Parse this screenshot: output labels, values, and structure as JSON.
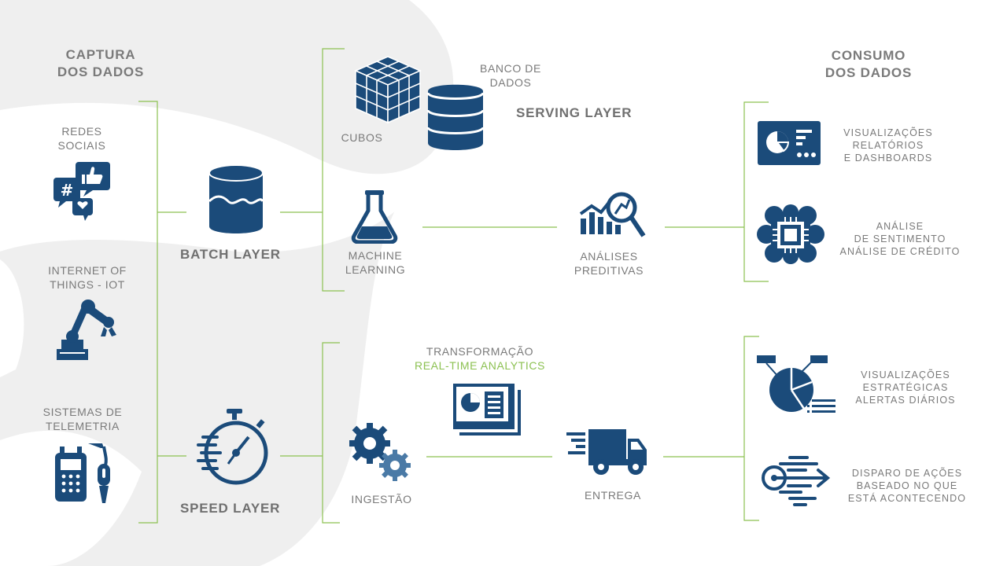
{
  "colors": {
    "icon": "#1b4b7a",
    "bracket": "#8cc152",
    "text": "#7a7a7a",
    "background_shape": "#efefef"
  },
  "headings": {
    "capture_line1": "CAPTURA",
    "capture_line2": "DOS DADOS",
    "consumption_line1": "CONSUMO",
    "consumption_line2": "DOS DADOS"
  },
  "sources": [
    {
      "line1": "REDES",
      "line2": "SOCIAIS",
      "icon": "social-media-icon"
    },
    {
      "line1": "INTERNET OF",
      "line2": "THINGS - IOT",
      "icon": "robot-arm-icon"
    },
    {
      "line1": "SISTEMAS DE",
      "line2": "TELEMETRIA",
      "icon": "telemetry-device-icon"
    }
  ],
  "layers": {
    "batch": "BATCH LAYER",
    "serving": "SERVING LAYER",
    "speed": "SPEED LAYER"
  },
  "batch": {
    "cubes": "CUBOS",
    "database_line1": "BANCO DE",
    "database_line2": "DADOS",
    "ml_line1": "MACHINE",
    "ml_line2": "LEARNING",
    "predictive_line1": "ANÁLISES",
    "predictive_line2": "PREDITIVAS"
  },
  "speed": {
    "transformation": "TRANSFORMAÇÃO",
    "realtime": "REAL-TIME ANALYTICS",
    "ingestion": "INGESTÃO",
    "delivery": "ENTREGA"
  },
  "consumption": [
    {
      "lines": [
        "VISUALIZAÇÕES",
        "RELATÓRIOS",
        "E DASHBOARDS"
      ],
      "icon": "dashboard-icon"
    },
    {
      "lines": [
        "ANÁLISE",
        "DE SENTIMENTO",
        "ANÁLISE  DE  CRÉDITO"
      ],
      "icon": "brain-chip-icon"
    },
    {
      "lines": [
        "VISUALIZAÇÕES",
        "ESTRATÉGICAS",
        "ALERTAS  DIÁRIOS"
      ],
      "icon": "pie-chart-icon"
    },
    {
      "lines": [
        "DISPARO  DE  AÇÕES",
        "BASEADO  NO  QUE",
        "ESTÁ  ACONTECENDO"
      ],
      "icon": "target-arrow-icon"
    }
  ]
}
